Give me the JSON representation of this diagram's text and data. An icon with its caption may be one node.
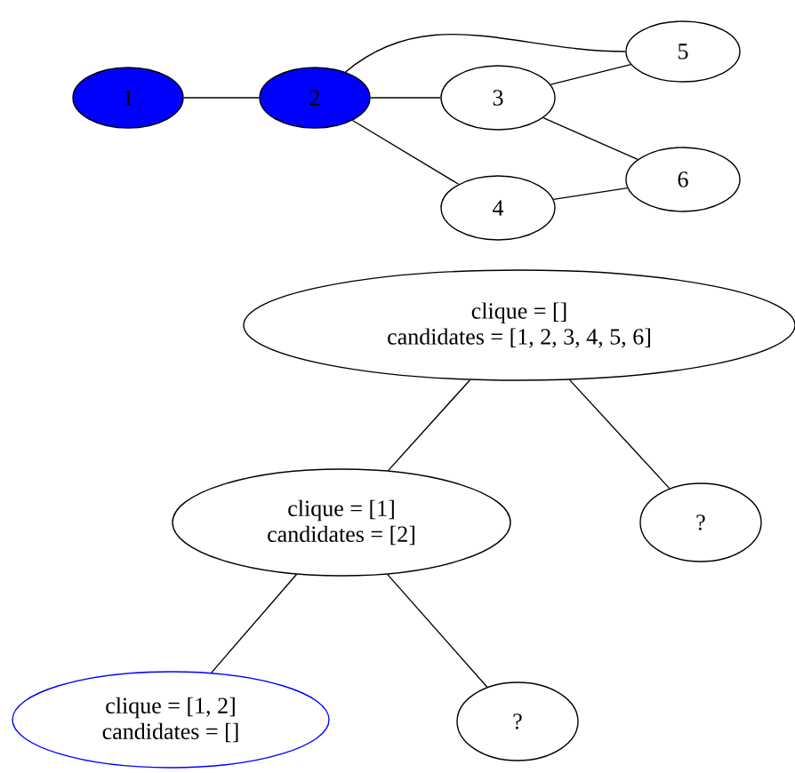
{
  "diagram": {
    "nodes": [
      {
        "text": [
          "1"
        ]
      },
      {
        "text": [
          "2"
        ]
      },
      {
        "text": [
          "5"
        ]
      },
      {
        "text": [
          "3"
        ]
      },
      {
        "text": [
          "6"
        ]
      },
      {
        "text": [
          "4"
        ]
      },
      {
        "text": [
          "clique = []",
          "candidates = [1, 2, 3, 4, 5, 6]"
        ]
      },
      {
        "text": [
          "clique = [1]",
          "candidates = [2]"
        ]
      },
      {
        "text": [
          "?"
        ]
      },
      {
        "text": [
          "clique = [1, 2]",
          "candidates = []"
        ]
      },
      {
        "text": [
          "?"
        ]
      }
    ],
    "edges": [
      {
        "from": 0,
        "to": 1,
        "arrow": "none"
      },
      {
        "from": 1,
        "to": 2,
        "arrow": "none"
      },
      {
        "from": 1,
        "to": 3,
        "arrow": "none"
      },
      {
        "from": 1,
        "to": 5,
        "arrow": "none"
      },
      {
        "from": 3,
        "to": 2,
        "arrow": "none"
      },
      {
        "from": 3,
        "to": 4,
        "arrow": "none"
      },
      {
        "from": 5,
        "to": 4,
        "arrow": "none"
      },
      {
        "from": 6,
        "to": 7,
        "arrow": "none"
      },
      {
        "from": 6,
        "to": 8,
        "arrow": "none"
      },
      {
        "from": 7,
        "to": 9,
        "arrow": "none"
      },
      {
        "from": 7,
        "to": 10,
        "arrow": "none"
      }
    ]
  }
}
